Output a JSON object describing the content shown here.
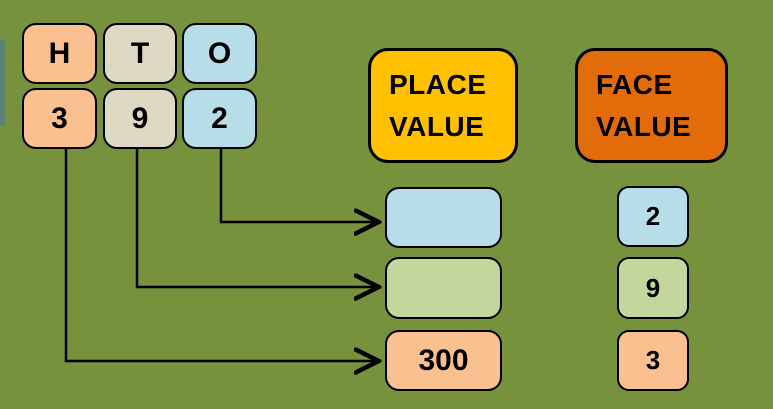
{
  "colors": {
    "background": "#76923C",
    "teal_strip": "#5A8173",
    "peach": "#FAC090",
    "tan": "#DDD9C3",
    "blue": "#B6DDE8",
    "green": "#C3D69B",
    "yellow": "#FFC000",
    "orange": "#E36C0A",
    "line": "#000000"
  },
  "number_shown": "392",
  "columns": [
    {
      "label": "H",
      "digit": "3",
      "color": "peach"
    },
    {
      "label": "T",
      "digit": "9",
      "color": "tan"
    },
    {
      "label": "O",
      "digit": "2",
      "color": "blue"
    }
  ],
  "headers": {
    "place": {
      "line1": "PLACE",
      "line2": "VALUE"
    },
    "face": {
      "line1": "FACE",
      "line2": "VALUE"
    }
  },
  "place_value_boxes": [
    {
      "value": "",
      "color": "blue"
    },
    {
      "value": "",
      "color": "green"
    },
    {
      "value": "300",
      "color": "peach"
    }
  ],
  "face_value_boxes": [
    {
      "value": "2",
      "color": "blue"
    },
    {
      "value": "9",
      "color": "green"
    },
    {
      "value": "3",
      "color": "peach"
    }
  ],
  "connections": [
    {
      "from_digit": "2",
      "to_row": 1
    },
    {
      "from_digit": "9",
      "to_row": 2
    },
    {
      "from_digit": "3",
      "to_row": 3
    }
  ]
}
